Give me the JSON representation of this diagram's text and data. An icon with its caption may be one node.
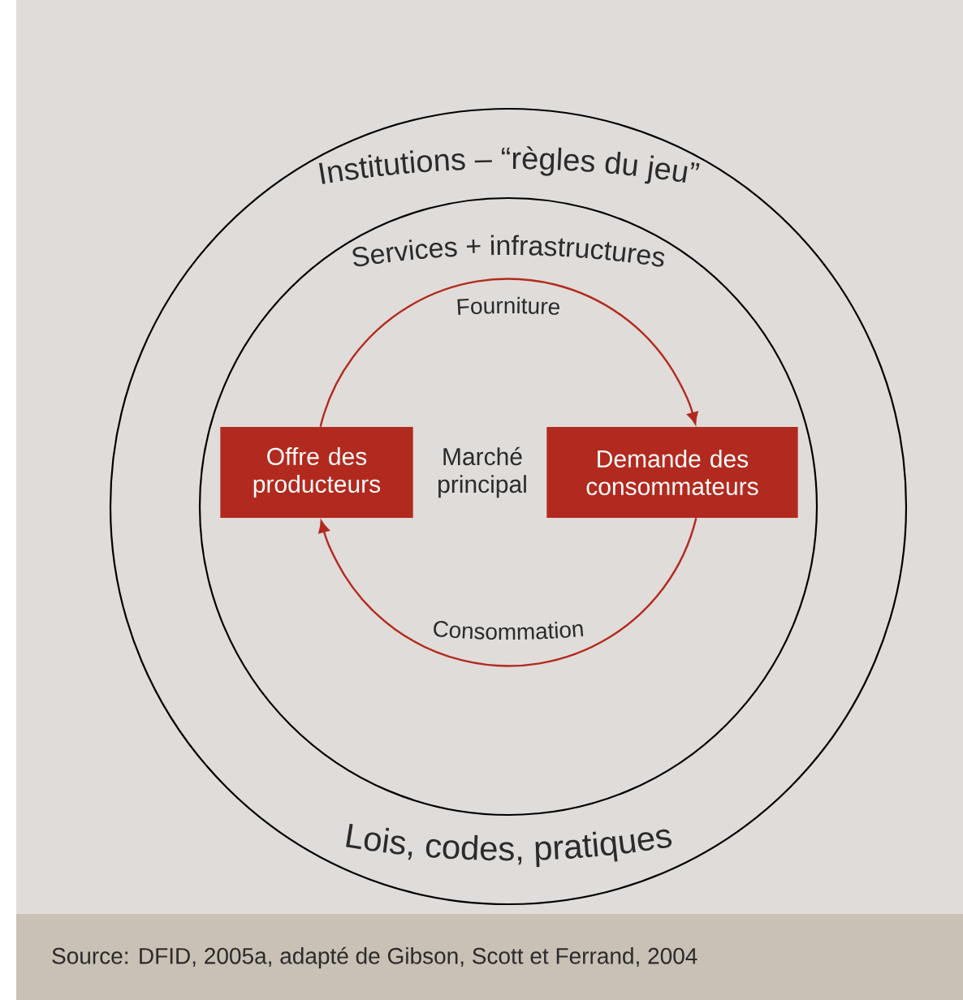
{
  "diagram": {
    "caption": "Source: DFID, 2005a, adapté de Gibson, Scott et Ferrand, 2004",
    "nodes": [
      {
        "text": [
          "Institutions – “règles du jeu”",
          "Lois, codes, pratiques"
        ]
      },
      {
        "text": [
          "Services + infrastructures"
        ],
        "in": 0
      },
      {
        "text": [
          "Marché principal"
        ],
        "in": 1
      },
      {
        "text": [
          "Offre des producteurs"
        ],
        "in": 1
      },
      {
        "text": [
          "Demande des consommateurs"
        ],
        "in": 1
      }
    ],
    "edges": [
      {
        "from": 3,
        "to": 4,
        "arrow": "to",
        "label": "Fourniture"
      },
      {
        "from": 4,
        "to": 3,
        "arrow": "to",
        "label": "Consommation"
      }
    ]
  }
}
